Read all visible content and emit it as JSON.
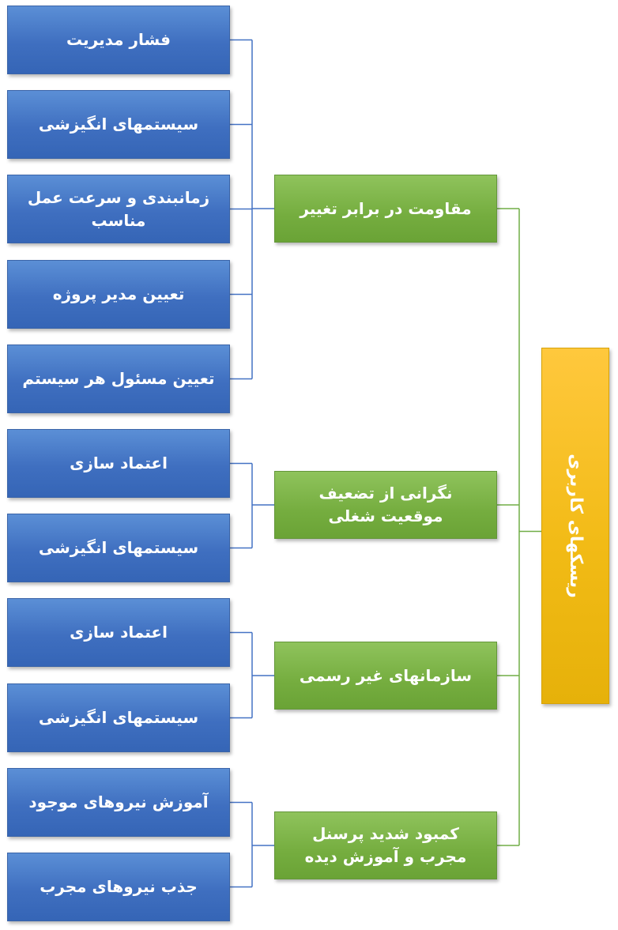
{
  "root": {
    "label": "ریسکهای کاربری",
    "color": "#f2bb16"
  },
  "colors": {
    "leaf": "#4472c4",
    "branch": "#70ad47",
    "root": "#ffc000",
    "leaf_line": "#4472c4",
    "branch_line": "#70ad47"
  },
  "branches": [
    {
      "label": "مقاومت در برابر تغییر",
      "children": [
        {
          "label": "فشار مدیریت"
        },
        {
          "label": "سیستمهای انگیزشی"
        },
        {
          "label": "زمانبندی و سرعت عمل مناسب"
        },
        {
          "label": "تعیین مدیر پروژه"
        },
        {
          "label": "تعیین مسئول هر سیستم"
        }
      ]
    },
    {
      "label": "نگرانی از تضعیف موقعیت شغلی",
      "children": [
        {
          "label": "اعتماد سازی"
        },
        {
          "label": "سیستمهای انگیزشی"
        }
      ]
    },
    {
      "label": "سازمانهای غیر رسمی",
      "children": [
        {
          "label": "اعتماد سازی"
        },
        {
          "label": "سیستمهای انگیزشی"
        }
      ]
    },
    {
      "label": "کمبود شدید پرسنل مجرب و آموزش دیده",
      "children": [
        {
          "label": "آموزش نیروهای موجود"
        },
        {
          "label": "جذب نیروهای مجرب"
        }
      ]
    }
  ]
}
